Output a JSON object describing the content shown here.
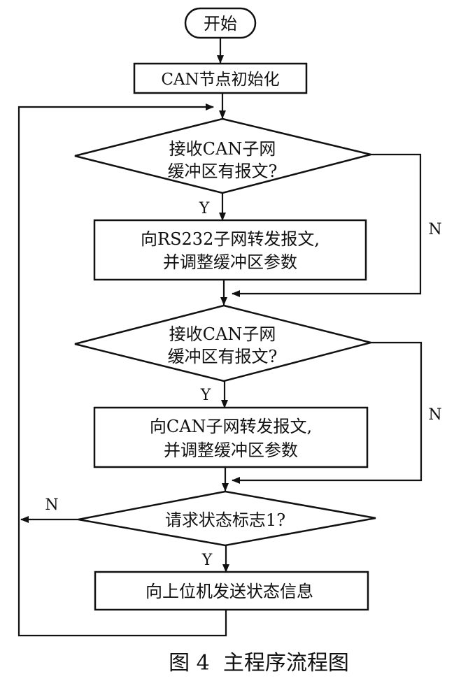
{
  "diagram": {
    "type": "flowchart",
    "nodes": {
      "start": {
        "shape": "terminator",
        "lines": [
          "开始"
        ]
      },
      "init": {
        "shape": "process",
        "lines": [
          "CAN节点初始化"
        ]
      },
      "decision1": {
        "shape": "decision",
        "lines": [
          "接收CAN子网",
          "缓冲区有报文?"
        ]
      },
      "process1": {
        "shape": "process",
        "lines": [
          "向RS232子网转发报文,",
          "并调整缓冲区参数"
        ]
      },
      "decision2": {
        "shape": "decision",
        "lines": [
          "接收CAN子网",
          "缓冲区有报文?"
        ]
      },
      "process2": {
        "shape": "process",
        "lines": [
          "向CAN子网转发报文,",
          "并调整缓冲区参数"
        ]
      },
      "decision3": {
        "shape": "decision",
        "lines": [
          "请求状态标志1?"
        ]
      },
      "process3": {
        "shape": "process",
        "lines": [
          "向上位机发送状态信息"
        ]
      }
    },
    "edges": [
      {
        "from": "start",
        "to": "init",
        "label": ""
      },
      {
        "from": "init",
        "to": "decision1",
        "label": ""
      },
      {
        "from": "decision1",
        "to": "process1",
        "label": "Y"
      },
      {
        "from": "decision1",
        "to": "decision2",
        "label": "N"
      },
      {
        "from": "process1",
        "to": "decision2",
        "label": ""
      },
      {
        "from": "decision2",
        "to": "process2",
        "label": "Y"
      },
      {
        "from": "decision2",
        "to": "decision3",
        "label": "N"
      },
      {
        "from": "process2",
        "to": "decision3",
        "label": ""
      },
      {
        "from": "decision3",
        "to": "process3",
        "label": "Y"
      },
      {
        "from": "decision3",
        "to": "decision1",
        "label": "N"
      },
      {
        "from": "process3",
        "to": "decision1",
        "label": ""
      }
    ],
    "labels": {
      "yes": "Y",
      "no": "N"
    },
    "caption": "图 4  主程序流程图"
  }
}
